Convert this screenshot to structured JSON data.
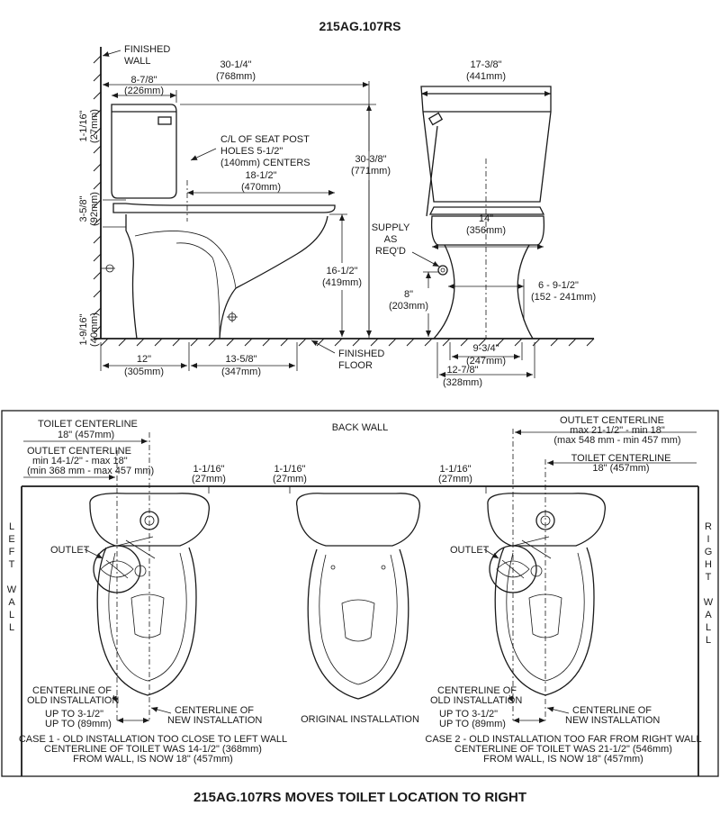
{
  "model_title": "215AG.107RS",
  "bottom_title": "215AG.107RS MOVES TOILET LOCATION TO RIGHT",
  "side_view": {
    "finished_wall": [
      "FINISHED",
      "WALL"
    ],
    "overall_depth": [
      "30-1/4\"",
      "(768mm)"
    ],
    "tank_depth": [
      "8-7/8\"",
      "(226mm)"
    ],
    "tank_top_gap": [
      "1-1/16\"",
      "(27mm)"
    ],
    "seat_post": [
      "C/L OF SEAT POST",
      "HOLES 5-1/2\"",
      "(140mm) CENTERS"
    ],
    "bowl_length": [
      "18-1/2\"",
      "(470mm)"
    ],
    "overall_height": [
      "30-3/8\"",
      "(771mm)"
    ],
    "tank_gap": [
      "3-5/8\"",
      "(92mm)"
    ],
    "rim_height": [
      "16-1/2\"",
      "(419mm)"
    ],
    "outlet_height": [
      "1-9/16\"",
      "(40mm)"
    ],
    "rough_in": [
      "12\"",
      "(305mm)"
    ],
    "front_dist": [
      "13-5/8\"",
      "(347mm)"
    ],
    "finished_floor": [
      "FINISHED",
      "FLOOR"
    ]
  },
  "front_view": {
    "tank_width": [
      "17-3/8\"",
      "(441mm)"
    ],
    "bowl_width": [
      "14\"",
      "(356mm)"
    ],
    "supply": [
      "SUPPLY",
      "AS",
      "REQ'D"
    ],
    "supply_height": [
      "8\"",
      "(203mm)"
    ],
    "supply_offset": [
      "6 - 9-1/2\"",
      "(152 - 241mm)"
    ],
    "base_width": [
      "9-3/4\"",
      "(247mm)"
    ],
    "foot_width": [
      "12-7/8\"",
      "(328mm)"
    ]
  },
  "plan_view": {
    "back_wall": "BACK WALL",
    "left_wall": [
      "L",
      "E",
      "F",
      "T",
      "W",
      "A",
      "L",
      "L"
    ],
    "right_wall": [
      "R",
      "I",
      "G",
      "H",
      "T",
      "W",
      "A",
      "L",
      "L"
    ],
    "case1": {
      "toilet_centerline": [
        "TOILET CENTERLINE",
        "18\" (457mm)"
      ],
      "outlet_centerline": [
        "OUTLET CENTERLINE",
        "min 14-1/2\" - max 18\"",
        "(min 368 mm - max 457 mm)"
      ],
      "gap": [
        "1-1/16\"",
        "(27mm)"
      ],
      "outlet": "OUTLET",
      "old_cl": [
        "CENTERLINE OF",
        "OLD INSTALLATION"
      ],
      "new_cl": [
        "CENTERLINE OF",
        "NEW INSTALLATION"
      ],
      "up_to": [
        "UP TO 3-1/2\"",
        "UP TO (89mm)"
      ],
      "caption": [
        "CASE 1 - OLD INSTALLATION TOO CLOSE TO LEFT WALL",
        "CENTERLINE OF TOILET WAS 14-1/2\" (368mm)",
        "FROM WALL, IS NOW 18\" (457mm)"
      ]
    },
    "original": {
      "gap": [
        "1-1/16\"",
        "(27mm)"
      ],
      "caption": "ORIGINAL INSTALLATION"
    },
    "case2": {
      "outlet_centerline": [
        "OUTLET CENTERLINE",
        "max 21-1/2\" - min 18\"",
        "(max 548 mm - min 457 mm)"
      ],
      "toilet_centerline": [
        "TOILET CENTERLINE",
        "18\" (457mm)"
      ],
      "gap": [
        "1-1/16\"",
        "(27mm)"
      ],
      "outlet": "OUTLET",
      "old_cl": [
        "CENTERLINE OF",
        "OLD INSTALLATION"
      ],
      "new_cl": [
        "CENTERLINE OF",
        "NEW INSTALLATION"
      ],
      "up_to": [
        "UP TO 3-1/2\"",
        "UP TO (89mm)"
      ],
      "caption": [
        "CASE 2 - OLD INSTALLATION TOO FAR FROM RIGHT WALL",
        "CENTERLINE OF TOILET WAS 21-1/2\" (546mm)",
        "FROM WALL, IS NOW 18\" (457mm)"
      ]
    }
  }
}
